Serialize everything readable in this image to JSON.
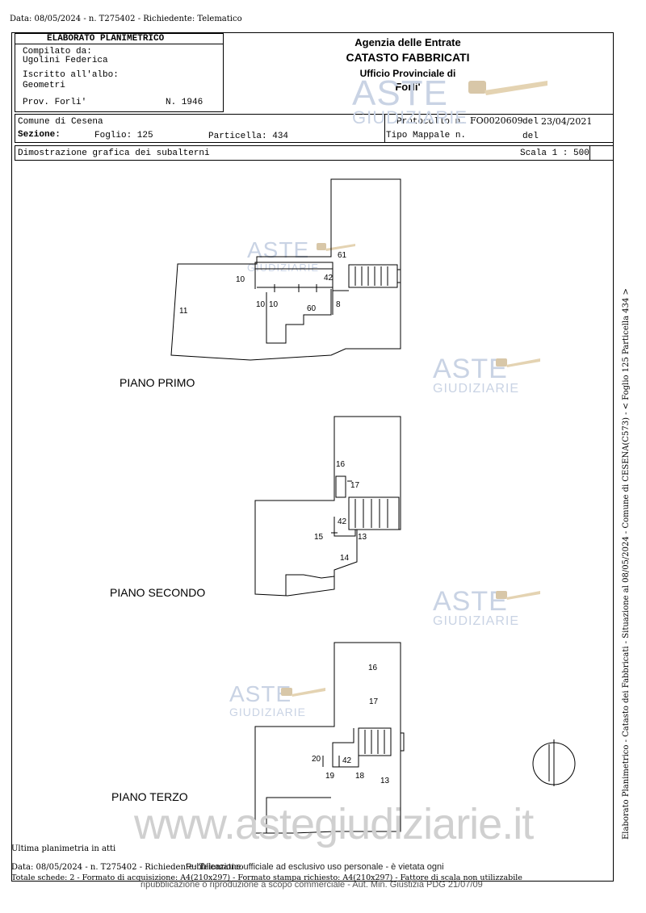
{
  "top_line": "Data: 08/05/2024 - n. T275402 - Richiedente: Telematico",
  "header": {
    "title": "ELABORATO PLANIMETRICO",
    "compilato_label": "Compilato da:",
    "compilato_value": "Ugolini Federica",
    "iscritto_label": "Iscritto all'albo:",
    "iscritto_value": "Geometri",
    "prov": "Prov. Forli'",
    "n": "N. 1946",
    "agency": "Agenzia delle Entrate",
    "catasto": "CATASTO FABBRICATI",
    "ufficio": "Ufficio Provinciale di",
    "city": "Forli'"
  },
  "info": {
    "comune": "Comune di Cesena",
    "sezione": "Sezione:",
    "foglio": "Foglio: 125",
    "particella": "Particella: 434",
    "protocollo_label": "Protocollo n.",
    "protocollo_value": "FO0020609",
    "del1": "del",
    "date": "23/04/2021",
    "tipo": "Tipo Mappale n.",
    "del2": "del",
    "dimostrazione": "Dimostrazione grafica dei subalterni",
    "scala": "Scala 1 : 500"
  },
  "floors": {
    "primo": {
      "label": "PIANO PRIMO",
      "nums": [
        "61",
        "10",
        "42",
        "11",
        "10",
        "10",
        "60",
        "8"
      ]
    },
    "secondo": {
      "label": "PIANO SECONDO",
      "nums": [
        "16",
        "17",
        "42",
        "15",
        "13",
        "14"
      ]
    },
    "terzo": {
      "label": "PIANO TERZO",
      "nums": [
        "16",
        "17",
        "20",
        "42",
        "19",
        "18",
        "13"
      ]
    }
  },
  "side_text": "Elaborato Planimetrico - Catasto dei Fabbricati - Situazione al 08/05/2024 - Comune di CESENA(C573) - < Foglio 125 Particella 434 >",
  "watermarks": {
    "aste": "ASTE",
    "giudiziarie": "GIUDIZIARIE",
    "site": "www.astegiudiziarie.it"
  },
  "footer": {
    "ultima": "Ultima planimetria in atti",
    "line1": "Data: 08/05/2024 - n. T275402 - Richiedente: Telematico",
    "line2": "Totale schede: 2 - Formato di acquisizione: A4(210x297) - Formato stampa richiesto: A4(210x297) - Fattore di scala non utilizzabile",
    "pub1": "Pubblicazione ufficiale ad esclusivo uso personale - è vietata ogni",
    "pub2": "ripubblicazione o riproduzione a scopo commerciale - Aut. Min. Giustizia PDG 21/07/09"
  }
}
